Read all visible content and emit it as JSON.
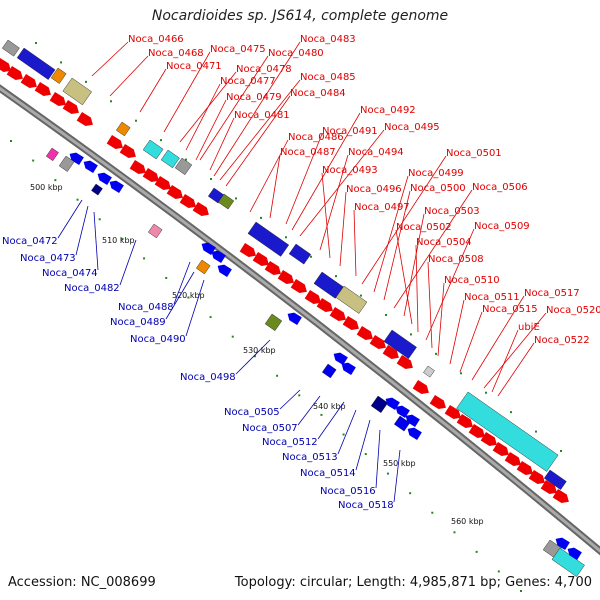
{
  "title": "Nocardioides sp. JS614, complete genome",
  "footer": {
    "accession": "Accession: NC_008699",
    "summary": "Topology: circular; Length: 4,985,871 bp; Genes: 4,700"
  },
  "colors": {
    "backbone": "#888888",
    "forward_gene": "#ee0000",
    "reverse_gene": "#0000ee",
    "label_forward": "#e00000",
    "label_reverse": "#0000b0",
    "cds_blue": "#1a1acc",
    "cds_cyan": "#33dddd",
    "cds_khaki": "#c8c080",
    "cds_orange": "#ee8800",
    "cds_gray": "#999999",
    "cds_olive": "#6a8a20",
    "cds_pink": "#ee88aa",
    "tick_green": "#228822"
  },
  "ticks": [
    "500 kbp",
    "510 kbp",
    "520 kbp",
    "530 kbp",
    "540 kbp",
    "550 kbp",
    "560 kbp"
  ],
  "labels_top": [
    "Noca_0466",
    "Noca_0468",
    "Noca_0471",
    "Noca_0475",
    "Noca_0478",
    "Noca_0477",
    "Noca_0479",
    "Noca_0481",
    "Noca_0480",
    "Noca_0483",
    "Noca_0485",
    "Noca_0484",
    "Noca_0486",
    "Noca_0487",
    "Noca_0491",
    "Noca_0492",
    "Noca_0495",
    "Noca_0494",
    "Noca_0493",
    "Noca_0496",
    "Noca_0497",
    "Noca_0501",
    "Noca_0499",
    "Noca_0500",
    "Noca_0506",
    "Noca_0503",
    "Noca_0502",
    "Noca_0504",
    "Noca_0509",
    "Noca_0508",
    "Noca_0510",
    "Noca_0511",
    "Noca_0515",
    "Noca_0517",
    "Noca_0520",
    "ubiE",
    "Noca_0522"
  ],
  "labels_bottom": [
    "Noca_0472",
    "Noca_0473",
    "Noca_0474",
    "Noca_0482",
    "Noca_0488",
    "Noca_0489",
    "Noca_0490",
    "Noca_0498",
    "Noca_0505",
    "Noca_0507",
    "Noca_0512",
    "Noca_0513",
    "Noca_0514",
    "Noca_0516",
    "Noca_0518"
  ]
}
